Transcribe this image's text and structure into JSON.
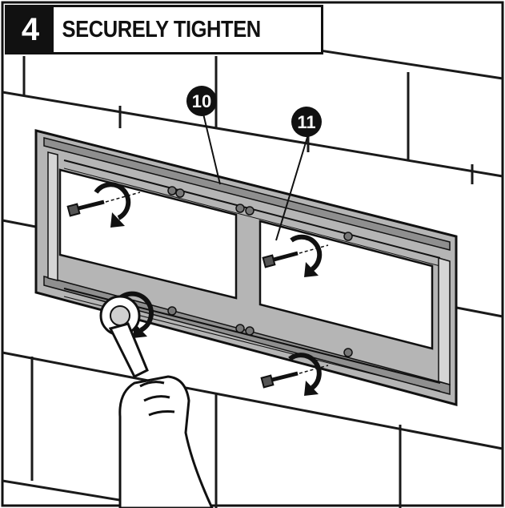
{
  "step": {
    "number": "4",
    "title": "SECURELY TIGHTEN"
  },
  "callouts": [
    {
      "label": "10"
    },
    {
      "label": "11"
    }
  ],
  "colors": {
    "ink": "#111111",
    "bracket": "#b5b5b5",
    "bracket_dark": "#8f8f8f",
    "wall_line": "#1a1a1a",
    "background": "#ffffff"
  },
  "icons": [
    "rotate-clockwise-arrow-icon",
    "bolt-icon",
    "wrench-icon",
    "hand-icon"
  ]
}
